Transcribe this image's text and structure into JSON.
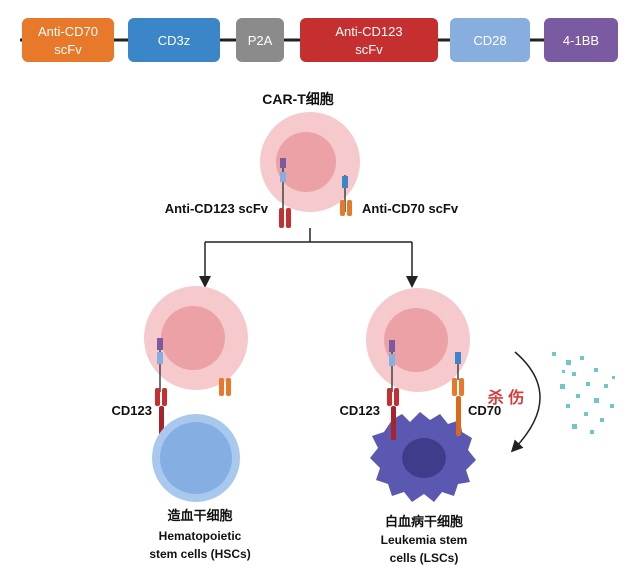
{
  "construct": {
    "segments": [
      {
        "label": "Anti-CD70",
        "label2": "scFv",
        "color": "#e8782a"
      },
      {
        "label": "CD3z",
        "label2": "",
        "color": "#3a86c8"
      },
      {
        "label": "P2A",
        "label2": "",
        "color": "#8b8b8b"
      },
      {
        "label": "Anti-CD123",
        "label2": "scFv",
        "color": "#c62f2f"
      },
      {
        "label": "CD28",
        "label2": "",
        "color": "#88aee0"
      },
      {
        "label": "4-1BB",
        "label2": "",
        "color": "#7a5aa0"
      }
    ]
  },
  "car_t": {
    "title": "CAR-T细胞",
    "left_receptor_label": "Anti-CD123 scFv",
    "right_receptor_label": "Anti-CD70 scFv"
  },
  "left_panel": {
    "marker_label": "CD123",
    "target_label_cn": "造血干细胞",
    "target_label_en1": "Hematopoietic",
    "target_label_en2": "stem cells (HSCs)"
  },
  "right_panel": {
    "marker_left_label": "CD123",
    "marker_right_label": "CD70",
    "kill_label": "杀 伤",
    "target_label_cn": "白血病干细胞",
    "target_label_en1": "Leukemia stem",
    "target_label_en2": "cells (LSCs)"
  },
  "colors": {
    "cell_outer": "#f6c9cc",
    "cell_inner": "#eca1a7",
    "hsc_outer": "#a9c8ee",
    "hsc_inner": "#7aa6df",
    "lsc": "#5a58b0",
    "lsc_nucleus": "#3f3c8c",
    "kill_text": "#d83a3a",
    "debris": "#6ec8c8"
  }
}
